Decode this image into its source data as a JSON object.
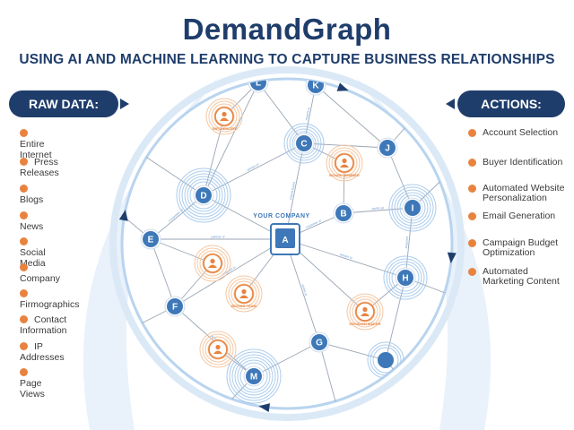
{
  "header": {
    "title": "DemandGraph",
    "subtitle": "USING AI AND MACHINE LEARNING TO CAPTURE BUSINESS RELATIONSHIPS"
  },
  "raw_data": {
    "heading": "RAW DATA:",
    "items": [
      "Entire Internet",
      "Press Releases",
      "Blogs",
      "News",
      "Social Media",
      "Company",
      "Firmographics",
      "Contact Information",
      "IP Addresses",
      "Page Views"
    ]
  },
  "actions": {
    "heading": "ACTIONS:",
    "items": [
      "Account Selection",
      "Buyer Identification",
      "Automated Website Personalization",
      "Email Generation",
      "Campaign Budget Optimization",
      "Automated Marketing Content"
    ]
  },
  "graph": {
    "center_label": "YOUR COMPANY",
    "center_letter": "A",
    "nodes": [
      {
        "id": "B",
        "letter": "B"
      },
      {
        "id": "C",
        "letter": "C"
      },
      {
        "id": "D",
        "letter": "D"
      },
      {
        "id": "E",
        "letter": "E"
      },
      {
        "id": "F",
        "letter": "F"
      },
      {
        "id": "G",
        "letter": "G"
      },
      {
        "id": "H",
        "letter": "H"
      },
      {
        "id": "I",
        "letter": "I"
      },
      {
        "id": "J",
        "letter": "J"
      },
      {
        "id": "K",
        "letter": "K"
      },
      {
        "id": "L",
        "letter": "L"
      },
      {
        "id": "M",
        "letter": "M"
      }
    ],
    "persons": [
      {
        "id": "influencer",
        "label": "INFLUENCER"
      },
      {
        "id": "board",
        "label": "BOARD MEMBER"
      },
      {
        "id": "buying",
        "label": "BUYING TEAM"
      },
      {
        "id": "decision",
        "label": "DECISION MAKER"
      },
      {
        "id": "p5",
        "label": ""
      },
      {
        "id": "p6",
        "label": ""
      }
    ],
    "edge_labels": [
      "partner of",
      "shares board",
      "alumni of",
      "customer of",
      "works at",
      "vendor to",
      "competitor of",
      "reports to",
      "works at",
      "invested in",
      "acquired",
      "works at"
    ],
    "colors": {
      "node": "#3e78b8",
      "accent": "#e8833f",
      "ring": "#9cc3ea",
      "dark": "#1f3d6b"
    }
  }
}
